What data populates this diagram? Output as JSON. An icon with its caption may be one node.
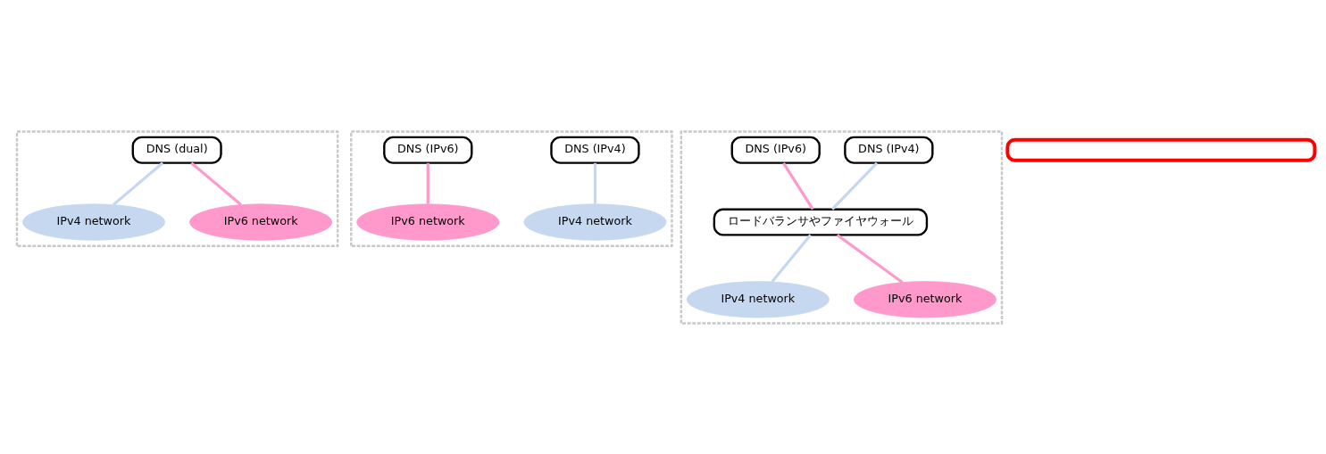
{
  "diagram": {
    "nodes": [
      {
        "text": [],
        "shape": "box"
      },
      {
        "text": [
          "DNS (dual)"
        ],
        "in": 0
      },
      {
        "text": [
          "IPv4 network"
        ],
        "in": 0
      },
      {
        "text": [
          "IPv6 network"
        ],
        "in": 0
      },
      {
        "text": [],
        "shape": "box"
      },
      {
        "text": [
          "DNS (IPv4)"
        ],
        "in": 4
      },
      {
        "text": [
          "DNS (IPv6)"
        ],
        "in": 4
      },
      {
        "text": [
          "IPv4 network"
        ],
        "in": 4
      },
      {
        "text": [
          "IPv6 network"
        ],
        "in": 4
      },
      {
        "text": [],
        "shape": "box"
      },
      {
        "text": [
          "DNS (IPv4)"
        ],
        "in": 9
      },
      {
        "text": [
          "DNS (IPv6)"
        ],
        "in": 9
      },
      {
        "text": [
          "ロードバランサやファイヤウォール"
        ],
        "in": 9
      },
      {
        "text": [
          "IPv4 network"
        ],
        "in": 9
      },
      {
        "text": [
          "IPv6 network"
        ],
        "in": 9
      },
      {
        "text": [],
        "shape": "box"
      }
    ],
    "edges": [
      {
        "from": 1,
        "to": 2,
        "arrow": "none",
        "color": "#c5d8ef"
      },
      {
        "from": 1,
        "to": 3,
        "arrow": "none",
        "color": "#ff99cc"
      },
      {
        "from": 5,
        "to": 7,
        "arrow": "none",
        "color": "#c5d8ef"
      },
      {
        "from": 6,
        "to": 8,
        "arrow": "none",
        "color": "#ff99cc"
      },
      {
        "from": 10,
        "to": 12,
        "arrow": "none",
        "color": "#c5d8ef"
      },
      {
        "from": 11,
        "to": 12,
        "arrow": "none",
        "color": "#ff99cc"
      },
      {
        "from": 12,
        "to": 13,
        "arrow": "none",
        "color": "#c5d8ef"
      },
      {
        "from": 12,
        "to": 14,
        "arrow": "none",
        "color": "#ff99cc"
      }
    ]
  }
}
